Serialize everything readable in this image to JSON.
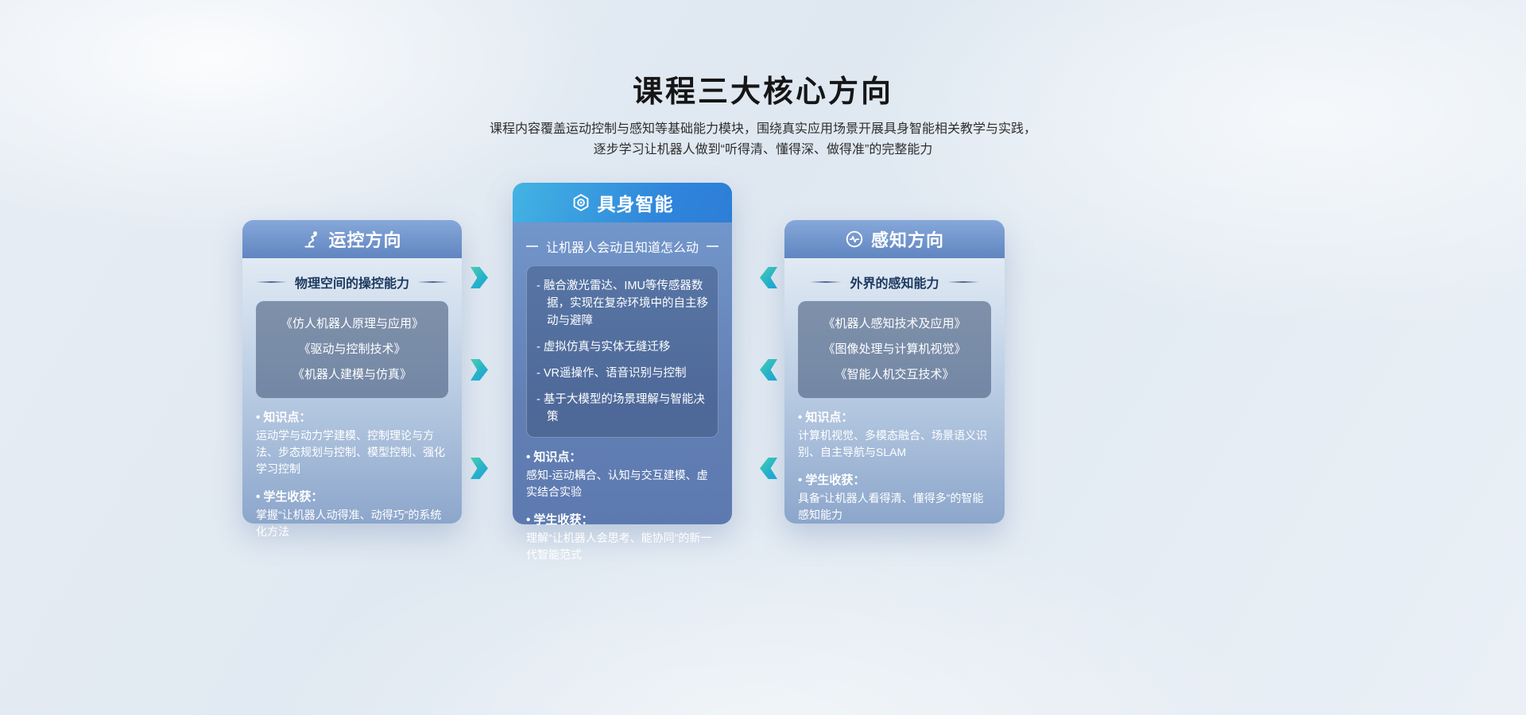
{
  "page": {
    "title": "课程三大核心方向",
    "subtitle_line1": "课程内容覆盖运动控制与感知等基础能力模块，围绕真实应用场景开展具身智能相关教学与实践，",
    "subtitle_line2": "逐步学习让机器人做到“听得清、懂得深、做得准”的完整能力"
  },
  "labels": {
    "knowledge": "• 知识点：",
    "gain": "• 学生收获："
  },
  "cards": {
    "motion": {
      "title": "运控方向",
      "tagline": "物理空间的操控能力",
      "courses": [
        "《仿人机器人原理与应用》",
        "《驱动与控制技术》",
        "《机器人建模与仿真》"
      ],
      "knowledge": "运动学与动力学建模、控制理论与方法、步态规划与控制、模型控制、强化学习控制",
      "gain": "掌握“让机器人动得准、动得巧”的系统化方法"
    },
    "embodied": {
      "title": "具身智能",
      "tagline": "让机器人会动且知道怎么动",
      "features": [
        "- 融合激光雷达、IMU等传感器数据，实现在复杂环境中的自主移动与避障",
        "- 虚拟仿真与实体无缝迁移",
        "- VR遥操作、语音识别与控制",
        "- 基于大模型的场景理解与智能决策"
      ],
      "knowledge": "感知-运动耦合、认知与交互建模、虚实结合实验",
      "gain": "理解“让机器人会思考、能协同”的新一代智能范式"
    },
    "perception": {
      "title": "感知方向",
      "tagline": "外界的感知能力",
      "courses": [
        "《机器人感知技术及应用》",
        "《图像处理与计算机视觉》",
        "《智能人机交互技术》"
      ],
      "knowledge": "计算机视觉、多模态融合、场景语义识别、自主导航与SLAM",
      "gain": "具备“让机器人看得清、懂得多”的智能感知能力"
    }
  },
  "icons": {
    "motion": "walking-robot-icon",
    "embodied": "hexagon-target-icon",
    "perception": "waveform-circle-icon",
    "arrow": "flow-arrow-icon"
  },
  "colors": {
    "arrow_gradient_start": "#48cfae",
    "arrow_gradient_end": "#1ea0d7",
    "side_header_blue": "#6085c0",
    "center_header_blue": "#2f84db"
  }
}
